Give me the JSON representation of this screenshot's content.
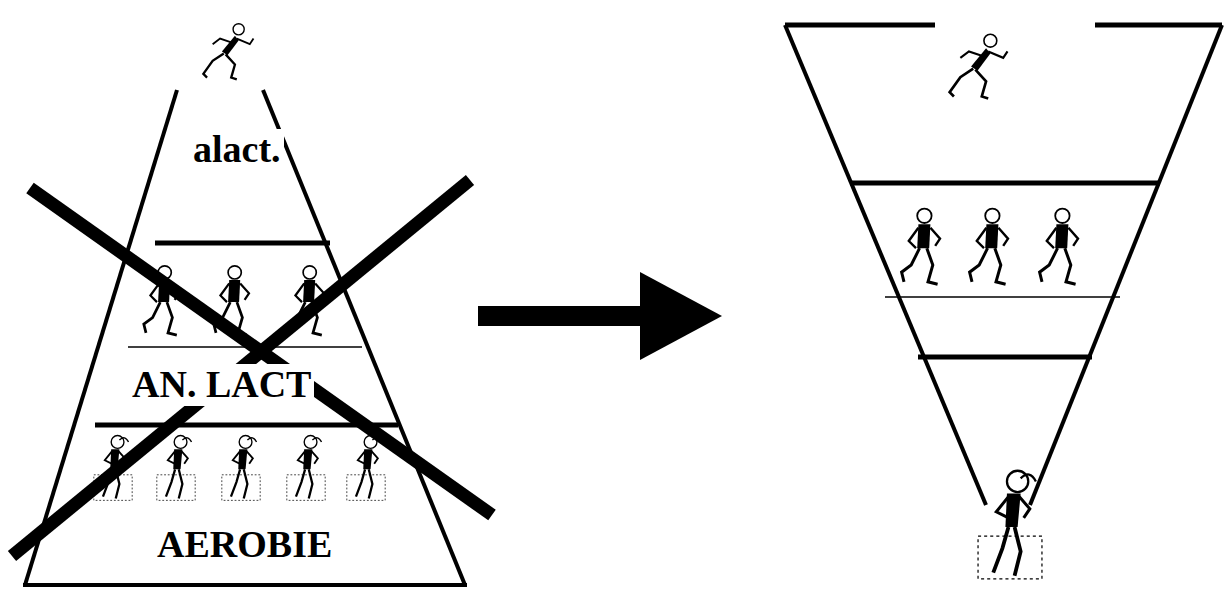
{
  "diagram": {
    "nodes": [
      {
        "text": [
          "alact."
        ]
      },
      {
        "text": [
          "AN. LACT"
        ]
      },
      {
        "text": [
          "AEROBIE"
        ]
      }
    ]
  }
}
